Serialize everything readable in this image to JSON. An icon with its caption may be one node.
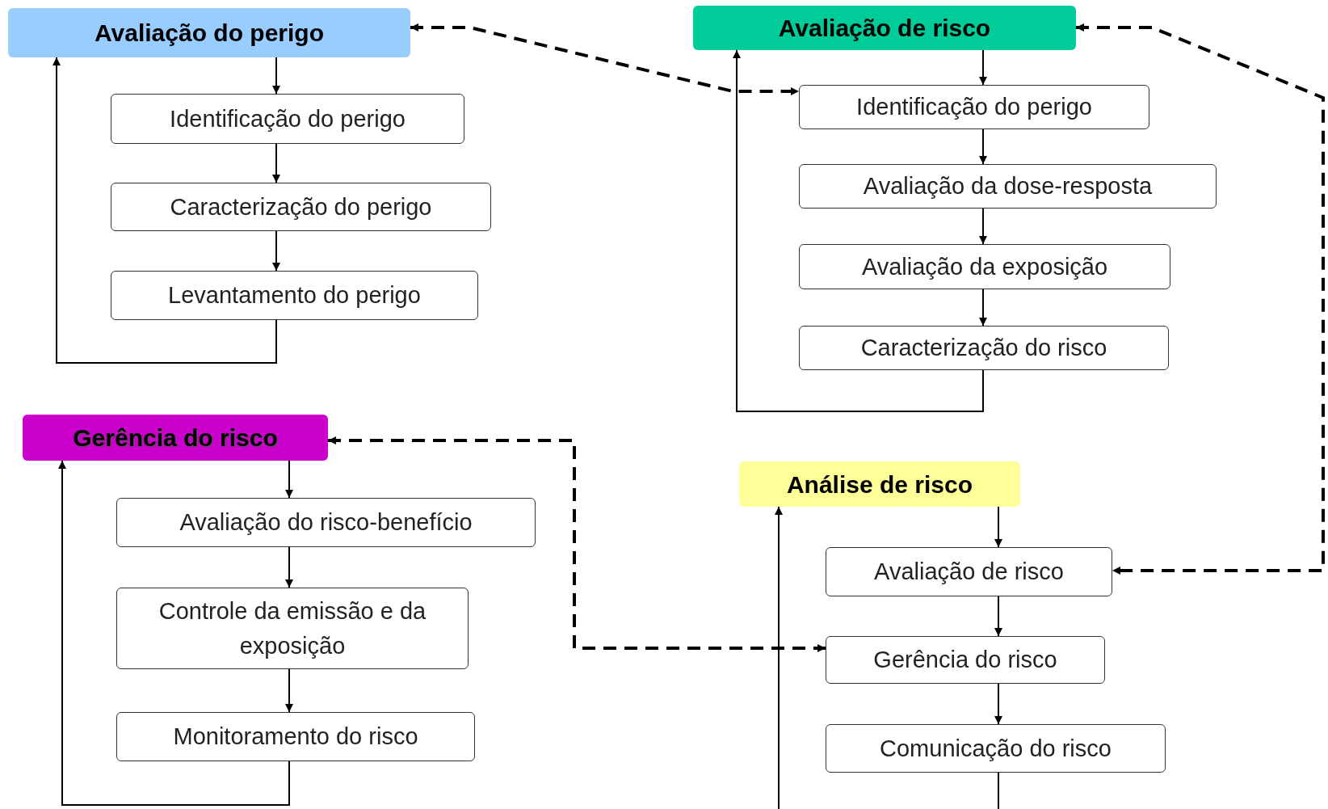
{
  "diagram": {
    "nodes": [
      {
        "text": [
          "Avaliação do perigo"
        ]
      },
      {
        "text": [
          "Identificação do perigo"
        ]
      },
      {
        "text": [
          "Caracterização do perigo"
        ]
      },
      {
        "text": [
          "Levantamento do perigo"
        ]
      },
      {
        "text": [
          "Avaliação de risco"
        ]
      },
      {
        "text": [
          "Identificação do perigo"
        ]
      },
      {
        "text": [
          "Avaliação da dose-resposta"
        ]
      },
      {
        "text": [
          "Avaliação da exposição"
        ]
      },
      {
        "text": [
          "Caracterização do risco"
        ]
      },
      {
        "text": [
          "Gerência do risco"
        ]
      },
      {
        "text": [
          "Avaliação do risco-benefício"
        ]
      },
      {
        "text": [
          "Controle da emissão e da exposição"
        ]
      },
      {
        "text": [
          "Monitoramento do risco"
        ]
      },
      {
        "text": [
          "Análise de risco"
        ]
      },
      {
        "text": [
          "Avaliação de risco"
        ]
      },
      {
        "text": [
          "Gerência do risco"
        ]
      },
      {
        "text": [
          "Comunicação do risco"
        ]
      }
    ],
    "edges": [
      {
        "from": 0,
        "to": 1,
        "arrow": "to"
      },
      {
        "from": 1,
        "to": 2,
        "arrow": "to"
      },
      {
        "from": 2,
        "to": 3,
        "arrow": "to"
      },
      {
        "from": 3,
        "to": 0,
        "arrow": "to"
      },
      {
        "from": 4,
        "to": 5,
        "arrow": "to"
      },
      {
        "from": 5,
        "to": 6,
        "arrow": "to"
      },
      {
        "from": 6,
        "to": 7,
        "arrow": "to"
      },
      {
        "from": 7,
        "to": 8,
        "arrow": "to"
      },
      {
        "from": 8,
        "to": 4,
        "arrow": "to"
      },
      {
        "from": 9,
        "to": 10,
        "arrow": "to"
      },
      {
        "from": 10,
        "to": 11,
        "arrow": "to"
      },
      {
        "from": 11,
        "to": 12,
        "arrow": "to"
      },
      {
        "from": 12,
        "to": 9,
        "arrow": "to"
      },
      {
        "from": 13,
        "to": 14,
        "arrow": "to"
      },
      {
        "from": 14,
        "to": 15,
        "arrow": "to"
      },
      {
        "from": 15,
        "to": 16,
        "arrow": "to"
      },
      {
        "from": 16,
        "to": 13,
        "arrow": "to"
      },
      {
        "from": 0,
        "to": 5,
        "arrow": "both",
        "style": "dashed"
      },
      {
        "from": 4,
        "to": 14,
        "arrow": "both",
        "style": "dashed"
      },
      {
        "from": 9,
        "to": 15,
        "arrow": "both",
        "style": "dashed"
      }
    ]
  }
}
